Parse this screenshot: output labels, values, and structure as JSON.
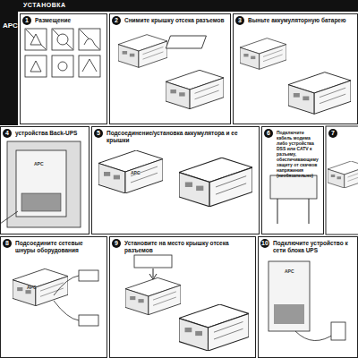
{
  "diagram": {
    "title": "УСТАНОВКА",
    "nodes": [
      {
        "text": [
          "Размещение"
        ]
      },
      {
        "text": [
          "Снимите крышку отсека разъемов"
        ]
      },
      {
        "text": [
          "Выньте аккумуляторную батарею"
        ]
      },
      {
        "text": [
          "устройства Back-UPS"
        ]
      },
      {
        "text": [
          "Подсоединение/установка аккумулятора и ее крышки"
        ]
      },
      {
        "text": [
          "Подключите кабель модема либо устройства DSS или CATV к разъему, обеспечивающему защиту от скачков напряжения (необязательно)"
        ]
      },
      {
        "text": [
          "Подсоедините сетевые шнуры оборудования"
        ]
      },
      {
        "text": [
          "Установите на место крышку отсека разъемов"
        ]
      },
      {
        "text": [
          "Подключите устройство к сети блока UPS"
        ]
      }
    ],
    "labels": [
      "1",
      "2",
      "3",
      "4",
      "5",
      "6",
      "7",
      "8",
      "9",
      "10",
      "APC",
      "APC",
      "APC",
      "APC",
      "APC"
    ]
  }
}
